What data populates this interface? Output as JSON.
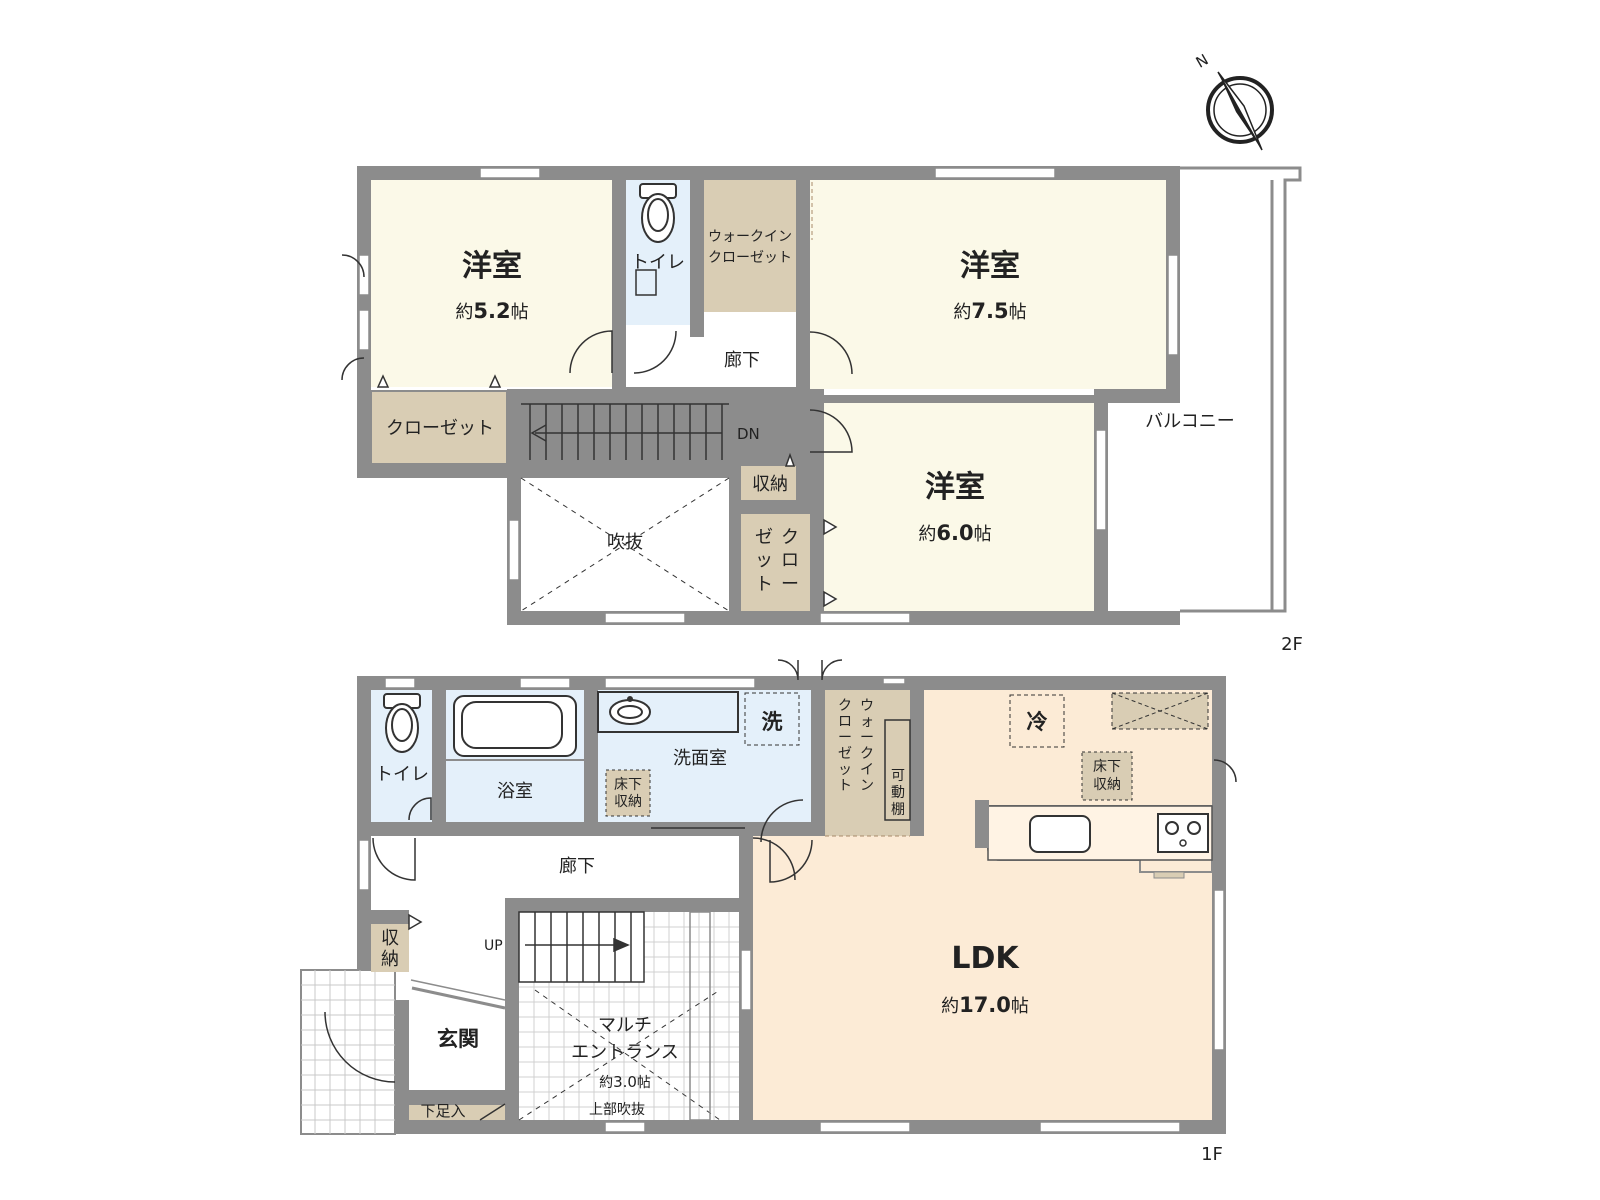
{
  "floor_2f": {
    "floor_label": "2F",
    "room_a": {
      "name": "洋室",
      "prefix": "約",
      "num": "5.2",
      "unit": "帖"
    },
    "room_b": {
      "name": "洋室",
      "prefix": "約",
      "num": "7.5",
      "unit": "帖"
    },
    "room_c": {
      "name": "洋室",
      "prefix": "約",
      "num": "6.0",
      "unit": "帖"
    },
    "toilet": "トイレ",
    "walkin_closet": [
      "ウォークイン",
      "クローゼット"
    ],
    "corridor": "廊下",
    "closet": "クローゼット",
    "stair_dir": "DN",
    "storage": "収納",
    "closet_vertical": [
      "ク",
      "ロ",
      "ー",
      "ゼ",
      "ッ",
      "ト"
    ],
    "atrium": "吹抜",
    "balcony": "バルコニー"
  },
  "floor_1f": {
    "floor_label": "1F",
    "toilet": "トイレ",
    "bath": "浴室",
    "washroom": "洗面室",
    "washer_mark": "洗",
    "underfloor": [
      "床下",
      "収納"
    ],
    "walkin_closet_vertical": [
      "ウ",
      "ォ",
      "ー",
      "ク",
      "イ",
      "ン",
      "ク",
      "ロ",
      "ー",
      "ゼ",
      "ッ",
      "ト"
    ],
    "movable_shelf": [
      "可",
      "動",
      "棚"
    ],
    "fridge_mark": "冷",
    "kitchen_underfloor": [
      "床下",
      "収納"
    ],
    "corridor": "廊下",
    "storage": [
      "収",
      "納"
    ],
    "stair_dir": "UP",
    "ldk": {
      "name": "LDK",
      "prefix": "約",
      "num": "17.0",
      "unit": "帖"
    },
    "entrance": "玄関",
    "multi_entrance": {
      "line1": "マルチ",
      "line2": "エントランス",
      "prefix": "約",
      "num": "3.0",
      "unit": "帖",
      "note": "上部吹抜"
    },
    "shoe_box": "下足入"
  },
  "compass": {
    "north_label": "N",
    "icon": "compass-north-icon"
  },
  "colors": {
    "wall": "#8c8c8c",
    "bedroom": "#fbf9e8",
    "storage": "#d9cdb4",
    "wet_area": "#e4f0fa",
    "ldk": "#fcebd6",
    "corridor": "#ffffff"
  }
}
